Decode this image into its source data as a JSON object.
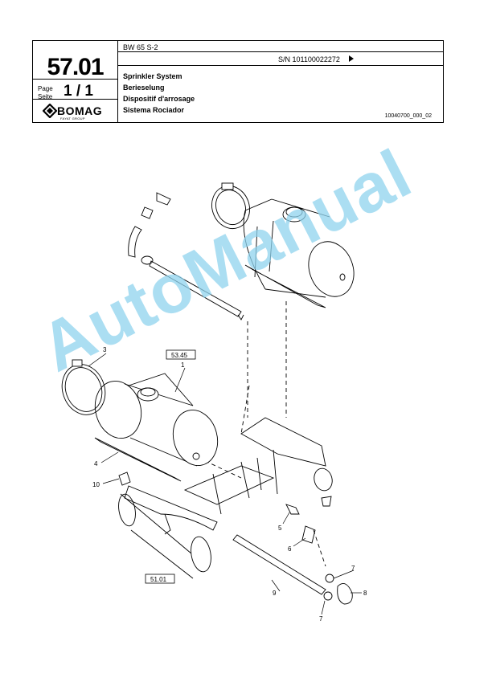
{
  "header": {
    "page_number": "57.01",
    "page_label_1": "Page",
    "page_label_2": "Seite",
    "page_value": "1 / 1",
    "logo_text": "BOMAG",
    "logo_sub": "FAYAT GROUP",
    "model": "BW 65 S-2",
    "serial": "S/N 101100022272",
    "titles": [
      "Sprinkler System",
      "Berieselung",
      "Dispositif d'arrosage",
      "Sistema Rociador"
    ],
    "doc_number": "10040700_000_02"
  },
  "callouts": [
    "1",
    "3",
    "4",
    "5",
    "6",
    "7",
    "7",
    "8",
    "9",
    "10"
  ],
  "refs": [
    "53.45",
    "51.01"
  ],
  "watermark": "AutoManual",
  "colors": {
    "watermark": "#8fd3ee",
    "line": "#000000"
  }
}
